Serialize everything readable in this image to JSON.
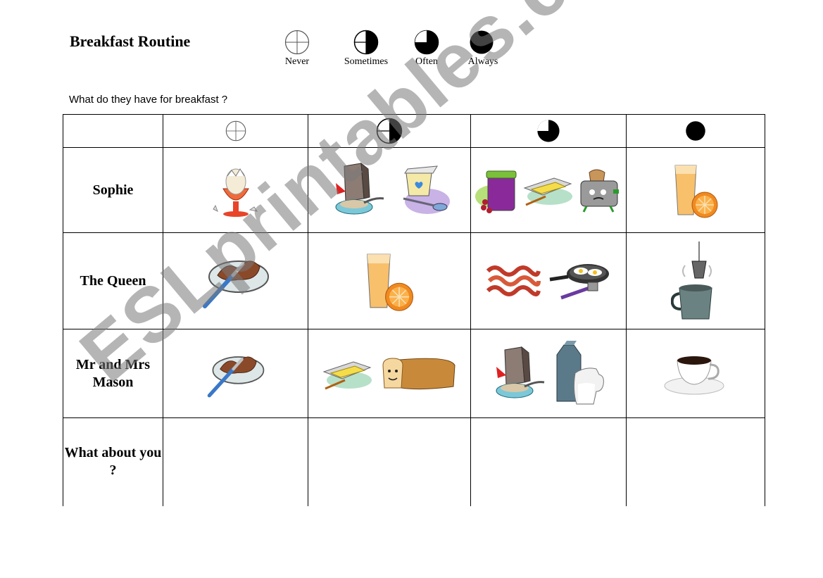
{
  "title": "Breakfast Routine",
  "legend": [
    {
      "label": "Never",
      "icon": "never-circle-icon",
      "fill": 0
    },
    {
      "label": "Sometimes",
      "icon": "sometimes-half-circle-icon",
      "fill": 0.5
    },
    {
      "label": "Often",
      "icon": "often-three-quarter-circle-icon",
      "fill": 0.75
    },
    {
      "label": "Always",
      "icon": "always-full-circle-icon",
      "fill": 1
    }
  ],
  "question": "What do they have for breakfast ?",
  "rows": [
    {
      "name": "Sophie",
      "never": [
        "boiled-egg-icon"
      ],
      "sometimes": [
        "cereal-icon",
        "yogurt-icon"
      ],
      "often": [
        "jam-icon",
        "butter-icon",
        "toaster-icon"
      ],
      "always": [
        "orange-juice-icon"
      ]
    },
    {
      "name": "The Queen",
      "never": [
        "toast-with-spread-icon"
      ],
      "sometimes": [
        "orange-juice-icon"
      ],
      "often": [
        "bacon-icon",
        "fried-eggs-icon"
      ],
      "always": [
        "tea-cup-icon"
      ]
    },
    {
      "name": "Mr and Mrs Mason",
      "never": [
        "toast-with-spread-icon"
      ],
      "sometimes": [
        "butter-icon",
        "bread-loaf-icon"
      ],
      "often": [
        "cereal-icon",
        "milk-icon"
      ],
      "always": [
        "coffee-cup-icon"
      ]
    },
    {
      "name": "What about you ?"
    }
  ],
  "watermark": "ESLprintables.com",
  "colors": {
    "text": "#000000",
    "watermark": "#8a8a8a"
  }
}
